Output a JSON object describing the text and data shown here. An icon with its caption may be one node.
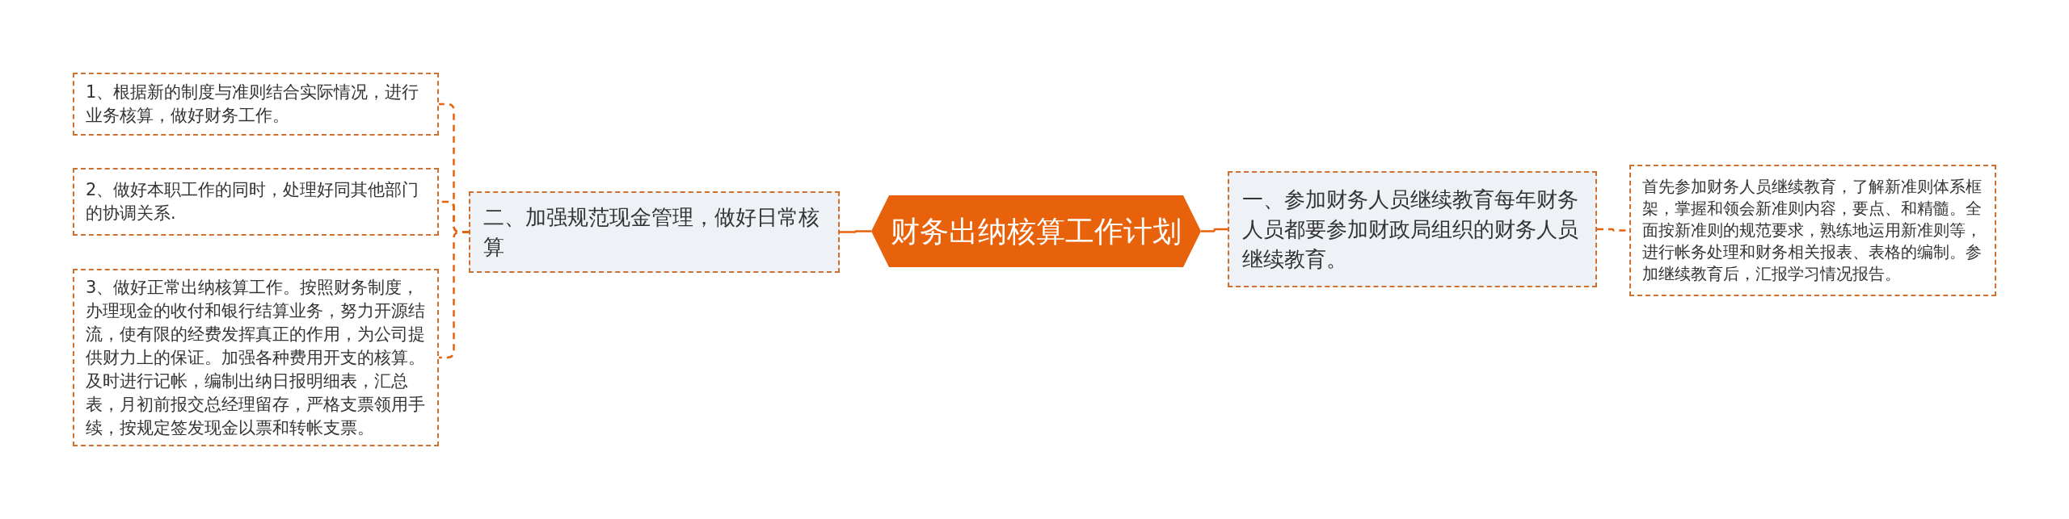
{
  "diagram": {
    "nodes": [
      {
        "text": [
          "财务出纳核算工作计划"
        ]
      },
      {
        "text": [
          "一、参加财务人员继续教育每年财务人员都要参加财政局组织的财务人员继续教育。"
        ]
      },
      {
        "text": [
          "首先参加财务人员继续教育，了解新准则体系框架，掌握和领会新准则内容，要点、和精髓。全面按新准则的规范要求，熟练地运用新准则等，进行帐务处理和财务相关报表、表格的编制。参加继续教育后，汇报学习情况报告。"
        ]
      },
      {
        "text": [
          "二、加强规范现金管理，做好日常核算"
        ]
      },
      {
        "text": [
          "1、根据新的制度与准则结合实际情况，进行业务核算，做好财务工作。"
        ]
      },
      {
        "text": [
          "2、做好本职工作的同时，处理好同其他部门的协调关系."
        ]
      },
      {
        "text": [
          "3、做好正常出纳核算工作。按照财务制度，办理现金的收付和银行结算业务，努力开源结流，使有限的经费发挥真正的作用，为公司提供财力上的保证。加强各种费用开支的核算。及时进行记帐，编制出纳日报明细表，汇总表，月初前报交总经理留存，严格支票领用手续，按规定签发现金以票和转帐支票。"
        ]
      }
    ],
    "edges": [
      {
        "from": 0,
        "to": 1,
        "arrow": "none"
      },
      {
        "from": 1,
        "to": 2,
        "arrow": "none",
        "style": "dashed"
      },
      {
        "from": 0,
        "to": 3,
        "arrow": "none"
      },
      {
        "from": 3,
        "to": 4,
        "arrow": "none",
        "style": "dashed"
      },
      {
        "from": 3,
        "to": 5,
        "arrow": "none",
        "style": "dashed"
      },
      {
        "from": 3,
        "to": 6,
        "arrow": "none",
        "style": "dashed"
      }
    ]
  }
}
